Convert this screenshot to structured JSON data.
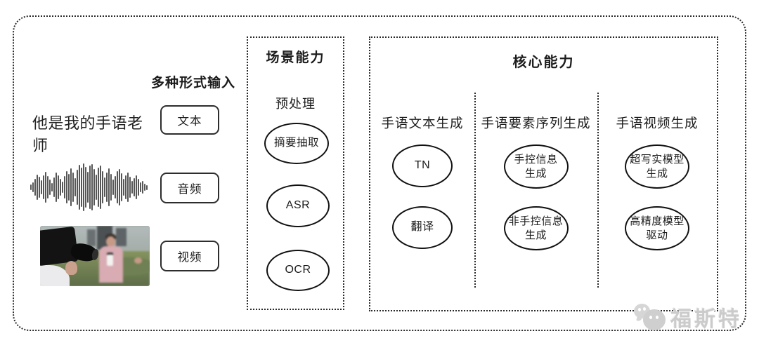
{
  "frame": {
    "border_color": "#2a2a2a",
    "background": "#ffffff"
  },
  "input_section": {
    "header": "多种形式输入",
    "text_example": "他是我的手语老师",
    "items": [
      {
        "label": "文本"
      },
      {
        "label": "音频"
      },
      {
        "label": "视频"
      }
    ],
    "waveform_heights": [
      8,
      14,
      24,
      36,
      30,
      20,
      34,
      44,
      32,
      22,
      12,
      28,
      42,
      34,
      24,
      16,
      32,
      46,
      38,
      54,
      42,
      26,
      50,
      64,
      56,
      68,
      58,
      44,
      62,
      66,
      52,
      36,
      56,
      62,
      46,
      28,
      42,
      54,
      38,
      22,
      32,
      46,
      52,
      40,
      24,
      34,
      42,
      30,
      18,
      26,
      34,
      24,
      14,
      18,
      10,
      7
    ],
    "photo_description": "cameraman-filming-reporter"
  },
  "scene_box": {
    "title": "场景能力",
    "subtitle": "预处理",
    "nodes": [
      {
        "lines": [
          "摘要抽取"
        ]
      },
      {
        "lines": [
          "ASR"
        ]
      },
      {
        "lines": [
          "OCR"
        ]
      }
    ]
  },
  "core_box": {
    "title": "核心能力",
    "columns": [
      {
        "header": "手语文本生成",
        "nodes": [
          {
            "lines": [
              "TN"
            ]
          },
          {
            "lines": [
              "翻译"
            ]
          }
        ]
      },
      {
        "header": "手语要素序列生成",
        "nodes": [
          {
            "lines": [
              "手控信息",
              "生成"
            ]
          },
          {
            "lines": [
              "非手控信息",
              "生成"
            ]
          }
        ]
      },
      {
        "header": "手语视频生成",
        "nodes": [
          {
            "lines": [
              "超写实模型",
              "生成"
            ]
          },
          {
            "lines": [
              "高精度模型",
              "驱动"
            ]
          }
        ]
      }
    ]
  },
  "watermark": {
    "logo": "chat-bubble-faces-logo",
    "text": "福斯特"
  }
}
